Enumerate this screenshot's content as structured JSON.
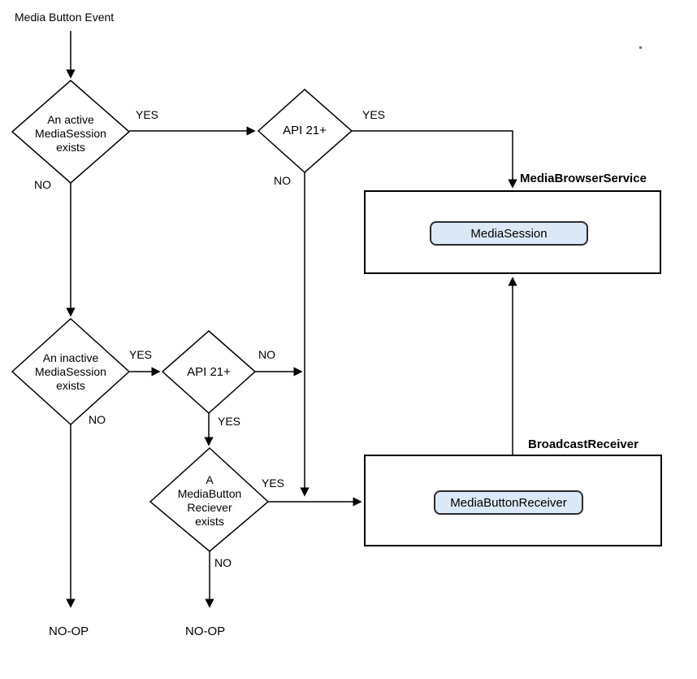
{
  "diagram": {
    "start_label": "Media Button Event",
    "decisions": {
      "active_session": {
        "line1": "An active",
        "line2": "MediaSession",
        "line3": "exists",
        "yes_label": "YES",
        "no_label": "NO"
      },
      "api21_top": {
        "label": "API 21+",
        "yes_label": "YES",
        "no_label": "NO"
      },
      "inactive_session": {
        "line1": "An inactive",
        "line2": "MediaSession",
        "line3": "exists",
        "yes_label": "YES",
        "no_label": "NO"
      },
      "api21_mid": {
        "label": "API 21+",
        "yes_label": "YES",
        "no_label": "NO"
      },
      "button_receiver": {
        "line1": "A",
        "line2": "MediaButton",
        "line3": "Reciever",
        "line4": "exists",
        "yes_label": "YES",
        "no_label": "NO"
      }
    },
    "containers": {
      "media_browser_service": {
        "title": "MediaBrowserService",
        "node": "MediaSession"
      },
      "broadcast_receiver": {
        "title": "BroadcastReceiver",
        "node": "MediaButtonReceiver"
      }
    },
    "terminals": {
      "noop_left": "NO-OP",
      "noop_right": "NO-OP"
    },
    "colors": {
      "node_fill": "#dbe8f7",
      "node_border": "#2b2b2b",
      "line_color": "#000000",
      "background": "#ffffff"
    }
  }
}
